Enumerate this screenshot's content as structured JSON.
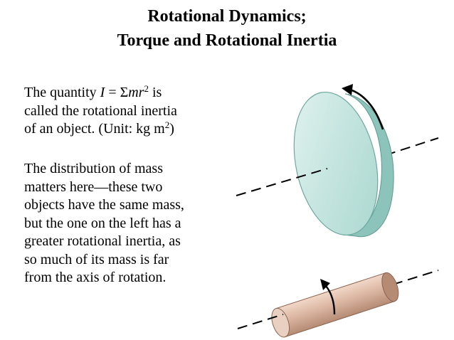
{
  "title": {
    "line1": "Rotational Dynamics;",
    "line2": "Torque and Rotational Inertia"
  },
  "paragraph1": {
    "prefix": "The quantity ",
    "symbol_i": "I",
    "equals": " = Σ",
    "symbol_mr": "mr",
    "exponent": "2",
    "suffix": " is",
    "line2": "called the rotational inertia",
    "line3_prefix": "of an object. (Unit: kg m",
    "line3_exponent": "2",
    "line3_suffix": ")"
  },
  "paragraph2": {
    "lines": [
      "The distribution of mass",
      "matters here—these two",
      "objects have the same mass,",
      "but the one on the left has a",
      "greater rotational inertia, as",
      "so much of its mass is far",
      "from the axis of rotation."
    ]
  },
  "colors": {
    "disk_face": "#c9e7e2",
    "disk_edge": "#9fd0c8",
    "cylinder": "#dcb7a3",
    "cylinder_dark": "#b58b74"
  },
  "icons": {
    "disk": "disk-shape-icon",
    "cylinder": "cylinder-shape-icon",
    "rotation_arrow": "curved-arrow-icon"
  }
}
